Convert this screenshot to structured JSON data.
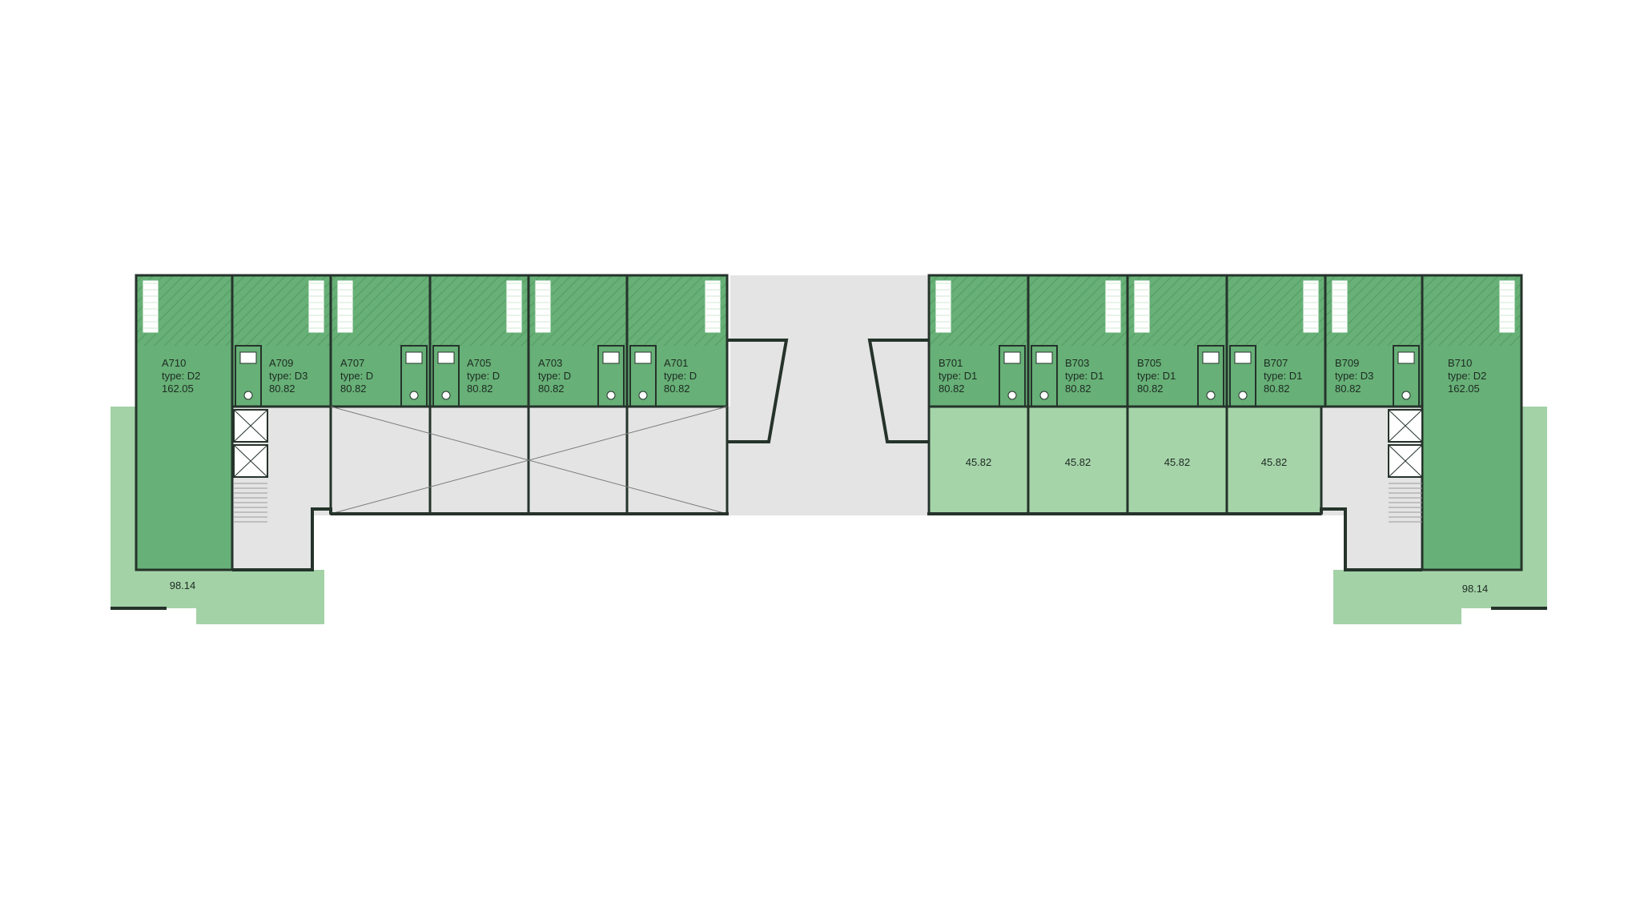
{
  "colors": {
    "unit": "#67b077",
    "unit_light": "#a6d4a9",
    "terrace": "#a3d2a7",
    "corridor": "#e4e4e4",
    "hatch": "#5aa167",
    "wall": "#25332b"
  },
  "units": [
    {
      "id": "A710",
      "type": "type: D2",
      "area": "162.05"
    },
    {
      "id": "A709",
      "type": "type: D3",
      "area": "80.82"
    },
    {
      "id": "A707",
      "type": "type: D",
      "area": "80.82"
    },
    {
      "id": "A705",
      "type": "type: D",
      "area": "80.82"
    },
    {
      "id": "A703",
      "type": "type: D",
      "area": "80.82"
    },
    {
      "id": "A701",
      "type": "type: D",
      "area": "80.82"
    },
    {
      "id": "B701",
      "type": "type: D1",
      "area": "80.82"
    },
    {
      "id": "B703",
      "type": "type: D1",
      "area": "80.82"
    },
    {
      "id": "B705",
      "type": "type: D1",
      "area": "80.82"
    },
    {
      "id": "B707",
      "type": "type: D1",
      "area": "80.82"
    },
    {
      "id": "B709",
      "type": "type: D3",
      "area": "80.82"
    },
    {
      "id": "B710",
      "type": "type: D2",
      "area": "162.05"
    }
  ],
  "extensions": [
    {
      "area": "45.82"
    },
    {
      "area": "45.82"
    },
    {
      "area": "45.82"
    },
    {
      "area": "45.82"
    }
  ],
  "terraces": [
    {
      "area": "98.14"
    },
    {
      "area": "98.14"
    }
  ]
}
